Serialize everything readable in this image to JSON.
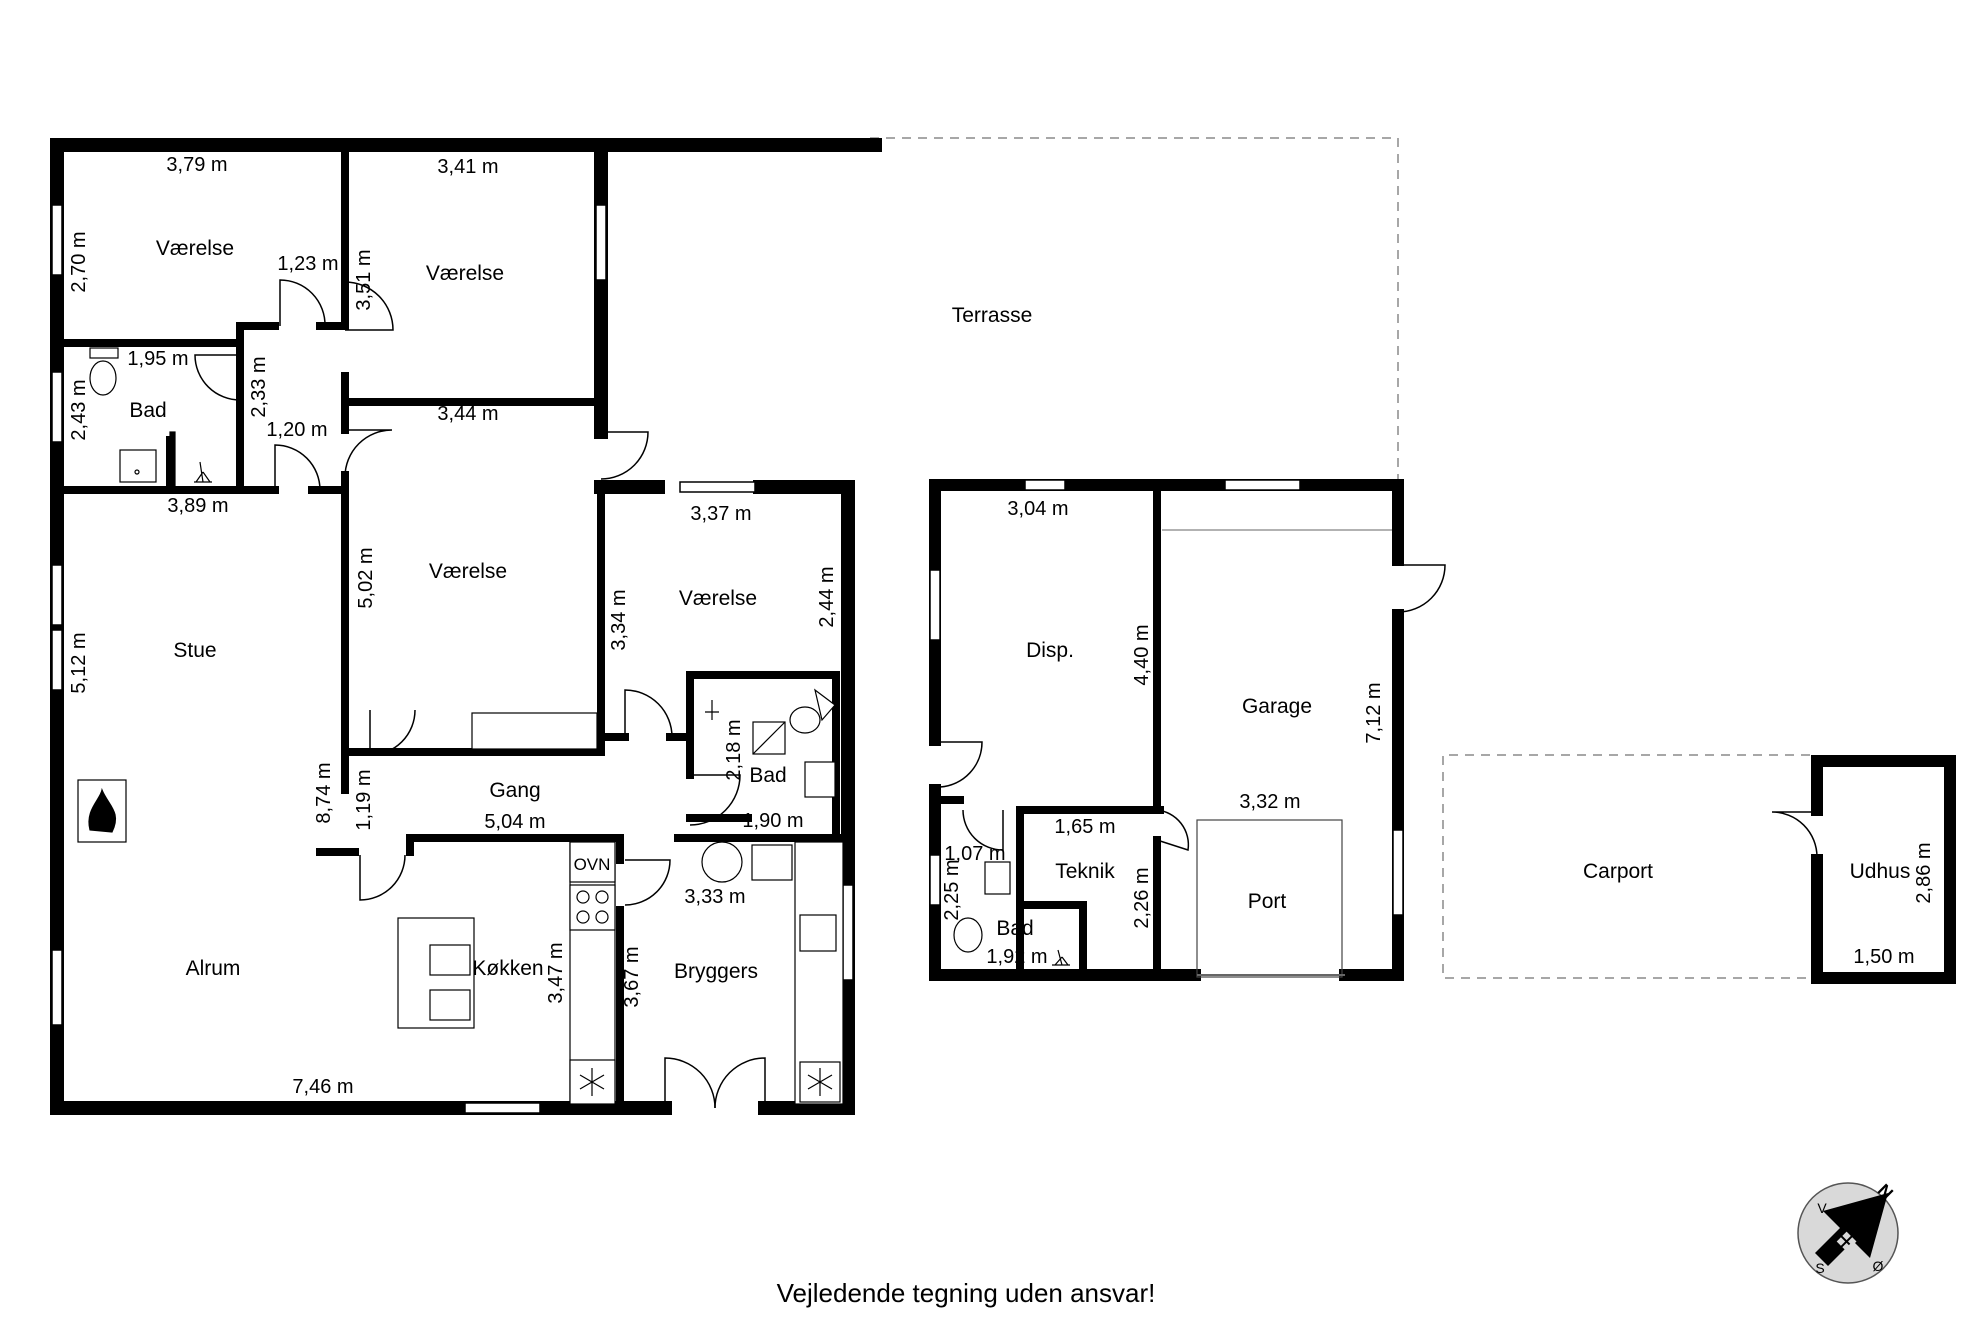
{
  "rooms": {
    "vaerelse_1": "Værelse",
    "vaerelse_2": "Værelse",
    "vaerelse_3": "Værelse",
    "vaerelse_4": "Værelse",
    "bad_1": "Bad",
    "bad_2": "Bad",
    "bad_3": "Bad",
    "stue": "Stue",
    "alrum": "Alrum",
    "gang": "Gang",
    "koekken": "Køkken",
    "bryggers": "Bryggers",
    "terrasse": "Terrasse",
    "disp": "Disp.",
    "garage": "Garage",
    "port": "Port",
    "teknik": "Teknik",
    "carport": "Carport",
    "udhus": "Udhus"
  },
  "dimensions": {
    "d1": "3,79 m",
    "d2": "3,41 m",
    "d3": "2,70 m",
    "d4": "1,23 m",
    "d5": "3,51 m",
    "d6": "1,95 m",
    "d7": "2,43 m",
    "d8": "2,33 m",
    "d9": "1,20 m",
    "d10": "3,44 m",
    "d11": "3,89 m",
    "d12": "5,02 m",
    "d13": "3,37 m",
    "d14": "3,34 m",
    "d15": "2,44 m",
    "d16": "5,12 m",
    "d17": "2,18 m",
    "d18": "8,74 m",
    "d19": "1,19 m",
    "d20": "5,04 m",
    "d21": "1,90 m",
    "d22": "3,33 m",
    "d23": "3,47 m",
    "d24": "3,67 m",
    "d25": "7,46 m",
    "d26": "3,04 m",
    "d27": "4,40 m",
    "d28": "7,12 m",
    "d29": "3,32 m",
    "d30": "1,65 m",
    "d31": "1,07 m",
    "d32": "2,25 m",
    "d33": "2,26 m",
    "d34": "1,92 m",
    "d35": "2,86 m",
    "d36": "1,50 m"
  },
  "fixtures": {
    "oven": "OVN"
  },
  "compass": {
    "n": "N",
    "v": "V",
    "s": "S",
    "oe": "Ø"
  },
  "footer": "Vejledende tegning uden ansvar!",
  "colors": {
    "wall": "#000000",
    "background": "#ffffff",
    "dashed": "#8a8a8a",
    "compass_bg": "#d9d9d9"
  }
}
